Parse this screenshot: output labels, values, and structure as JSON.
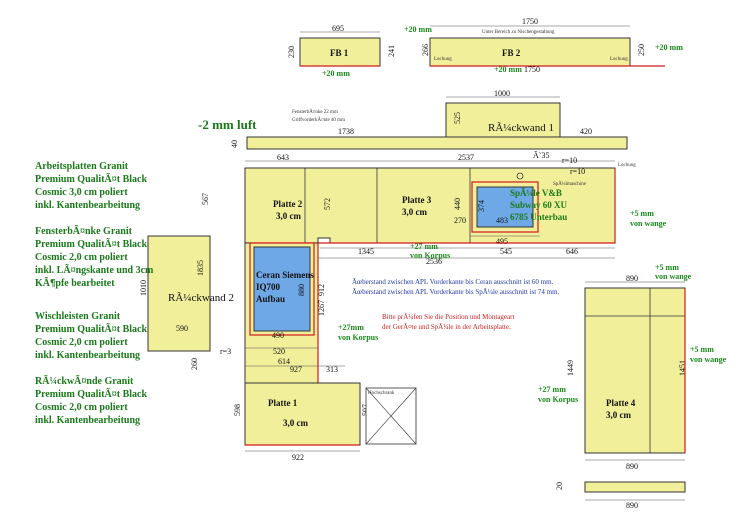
{
  "colors": {
    "slab_fill": "#f2ef9b",
    "sink_fill": "#6fa8e6",
    "outline": "#333333",
    "cut_red": "#d21a1a",
    "dim_green": "#1a8a1a",
    "note_blue": "#1f3aa8",
    "note_red": "#cc2222"
  },
  "top_left_lines": {
    "offset": "-2 mm luft",
    "line1": "FensterbÃ¤nke 22 mm",
    "line2": "GriffvorderkÃ¤nte 40 mm"
  },
  "top_note": "Unter Bereich zu Nischengestaltung",
  "fb1": {
    "label": "FB 1",
    "width": "695",
    "h_left": "230",
    "h_right": "241",
    "bottom": "+20 mm"
  },
  "fb2": {
    "label": "FB 2",
    "width_top": "1750",
    "width_bottom": "1750",
    "h_left": "266",
    "h_right": "250",
    "top_left": "+20 mm",
    "bottom": "+20 mm",
    "right": "+20 mm",
    "lochung_l": "Lochung",
    "lochung_r": "Lochung"
  },
  "rueckwand1": {
    "label": "RÃ¼ckwand 1",
    "width": "1000",
    "height": "525",
    "right_w": "420",
    "left_w": "1738",
    "corner": "40"
  },
  "plate2": {
    "label": "Platte 2",
    "thickness": "3,0 cm",
    "w": "643",
    "h": "572",
    "side": "567"
  },
  "plate3": {
    "label": "Platte 3",
    "thickness": "3,0 cm",
    "total": "2537",
    "depth": "440",
    "corner": "r=10"
  },
  "sink": {
    "label1": "SpÃ¼le V&B",
    "label2": "Subway 60 XU",
    "label3": "6785 Unterbau",
    "dia": "Ã˜35",
    "r": "r=10",
    "w": "483",
    "h": "374",
    "spa": "SpÃ¼lmaschine",
    "d": "270",
    "w2": "495",
    "left": "1345",
    "right": "646",
    "mid": "545",
    "lochung": "Lochung"
  },
  "plate_total": "2536",
  "korpus_a": {
    "val": "+27 mm",
    "sub": "von Korpus"
  },
  "wange_right": {
    "val": "+5 mm",
    "sub": "von wange"
  },
  "cooktop": {
    "label1": "Ceran Siemens",
    "label2": "IQ700",
    "label3": "Aufbau",
    "w": "490",
    "h": "880",
    "outer": "520",
    "side": "1267"
  },
  "rueckwand2": {
    "label": "RÃ¼ckwand 2",
    "w": "590",
    "h": "1010",
    "v1": "1835",
    "v2": "260",
    "r": "r=3"
  },
  "plate1": {
    "label": "Platte 1",
    "thickness": "3,0 cm",
    "w": "922",
    "h": "598",
    "top": "614",
    "mid": "927",
    "short": "313",
    "depth": "597",
    "dim": "912",
    "korpus": "+27mm",
    "korpus_sub": "von Korpus"
  },
  "hochschrank": "Hochschrank",
  "plate4": {
    "label": "Platte 4",
    "thickness": "3,0 cm",
    "w_top": "890",
    "w_mid": "890",
    "w_bottom": "890",
    "h_left": "1449",
    "h_right": "1451",
    "wange_top": "+5 mm",
    "wange_top_sub": "von wange",
    "wange_right": "+5 mm",
    "wange_right_sub": "von wange",
    "korpus": "+27 mm",
    "korpus_sub": "von Korpus",
    "depth": "20"
  },
  "overhang_notes": [
    "Ãœberstand zwischen APL Vorderkante bis Ceran ausschnitt ist 60 mm.",
    "Ãœberstand zwischen APL Vorderkante bis SpÃ¼le ausschnitt ist 74 mm."
  ],
  "check_note": [
    "Bitte prÃ¼fen Sie die Position und Montageart",
    "der GerÃ¤te und SpÃ¼le in der Arbeitsplatte."
  ],
  "specs": [
    [
      "Arbeitsplatten Granit",
      "Premium QualitÃ¤t Black",
      "Cosmic 3,0 cm poliert",
      "inkl. Kantenbearbeitung"
    ],
    [
      "FensterbÃ¤nke Granit",
      "Premium QualitÃ¤t Black",
      "Cosmic 2,0 cm poliert",
      "inkl. LÃ¤ngskante und 3cm",
      "KÃ¶pfe bearbeitet"
    ],
    [
      "Wischleisten Granit",
      "Premium QualitÃ¤t Black",
      "Cosmic 2,0 cm poliert",
      "inkl. Kantenbearbeitung"
    ],
    [
      "RÃ¼ckwÃ¤nde Granit",
      "Premium QualitÃ¤t Black",
      "Cosmic 2,0 cm poliert",
      "inkl. Kantenbearbeitung"
    ]
  ]
}
